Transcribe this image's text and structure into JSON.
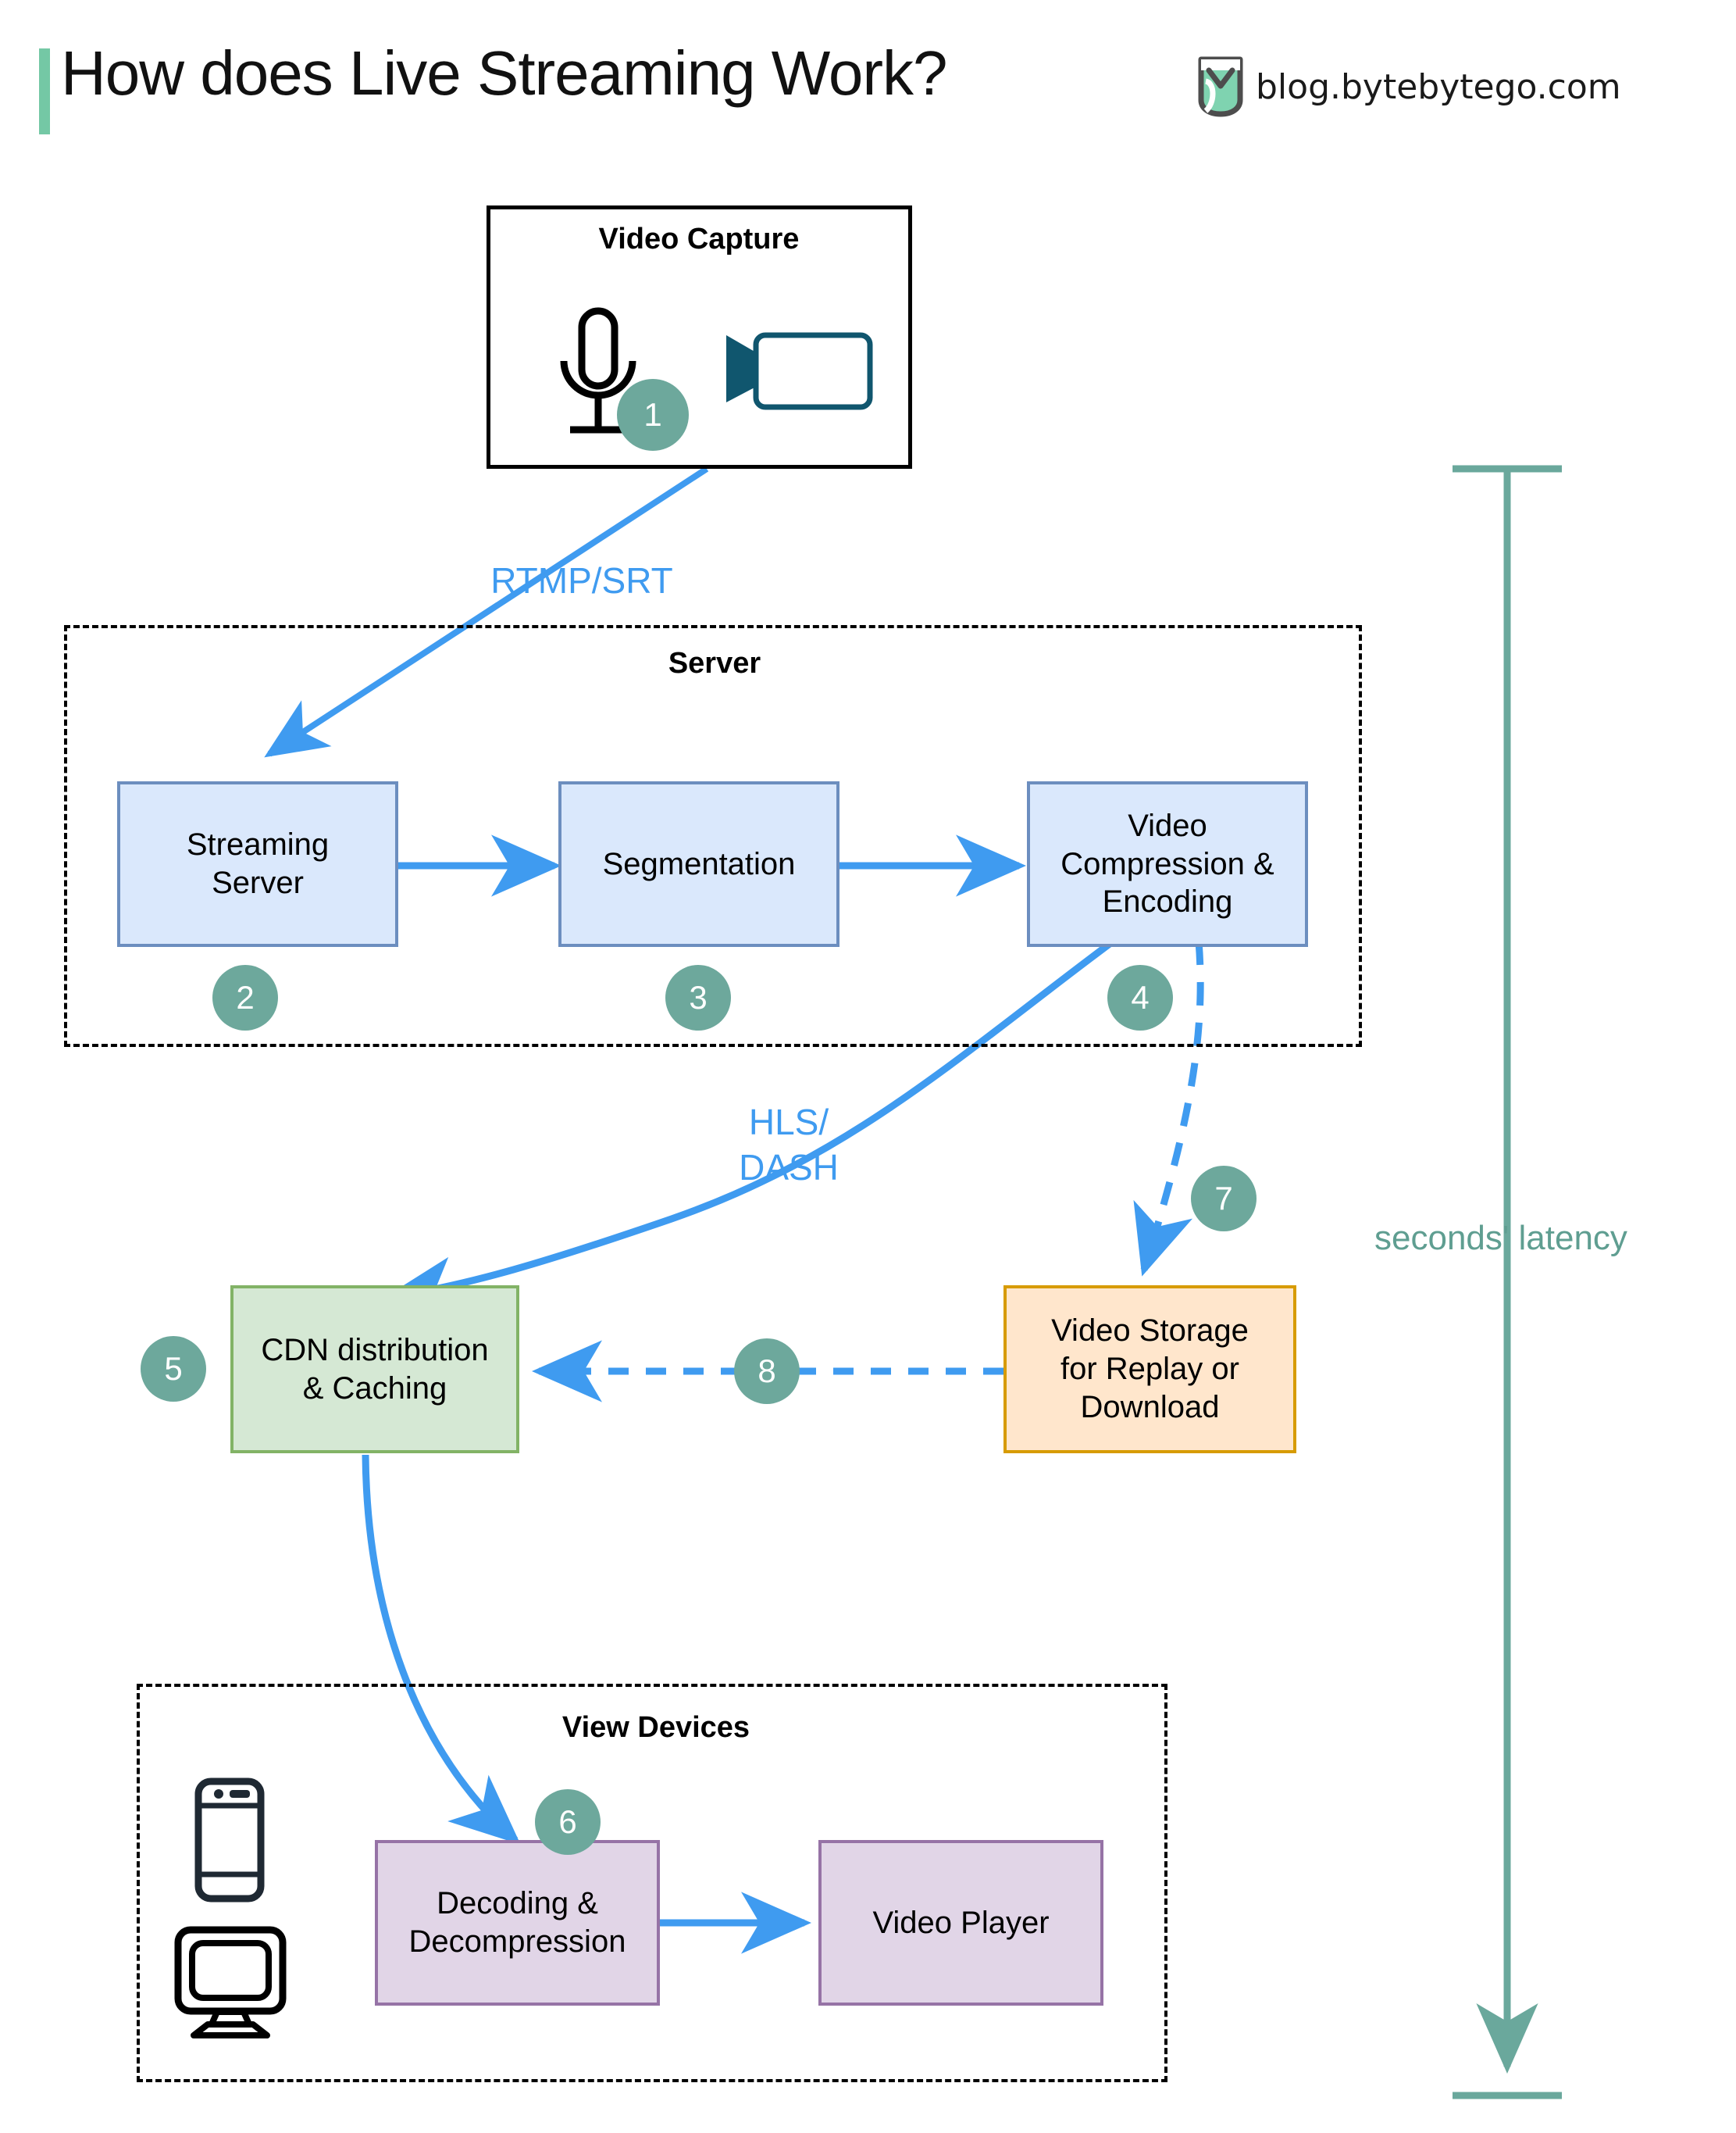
{
  "header": {
    "title": "How does Live Streaming Work?",
    "brand": "blog.bytebytego.com",
    "accent_color": "#74c8a5"
  },
  "colors": {
    "arrow_blue": "#3f9bf0",
    "badge_teal": "#6da89c",
    "latency_teal": "#6aa89c",
    "box_blue_fill": "#dae8fc",
    "box_blue_stroke": "#6c8ebf",
    "box_green_fill": "#d5e8d4",
    "box_green_stroke": "#82b366",
    "box_orange_fill": "#ffe6cc",
    "box_orange_stroke": "#d79b00",
    "box_purple_fill": "#e1d5e7",
    "box_purple_stroke": "#9673a6",
    "icon_dark": "#1f2933",
    "camera_blue": "#10566e"
  },
  "groups": {
    "capture": {
      "title": "Video Capture"
    },
    "server": {
      "title": "Server"
    },
    "devices": {
      "title": "View Devices"
    }
  },
  "nodes": {
    "streaming_server": "Streaming\nServer",
    "segmentation": "Segmentation",
    "compression": "Video\nCompression &\nEncoding",
    "cdn": "CDN distribution\n& Caching",
    "storage": "Video Storage\nfor Replay or\nDownload",
    "decoding": "Decoding &\nDecompression",
    "player": "Video Player"
  },
  "badges": {
    "b1": "1",
    "b2": "2",
    "b3": "3",
    "b4": "4",
    "b5": "5",
    "b6": "6",
    "b7": "7",
    "b8": "8"
  },
  "edge_labels": {
    "rtmp": "RTMP/SRT",
    "hls": "HLS/\nDASH"
  },
  "latency": {
    "label": "seconds' latency"
  },
  "icons": {
    "microphone": "microphone-icon",
    "camera": "video-camera-icon",
    "phone": "mobile-phone-icon",
    "monitor": "desktop-monitor-icon",
    "logo": "bytebytego-logo-icon"
  }
}
